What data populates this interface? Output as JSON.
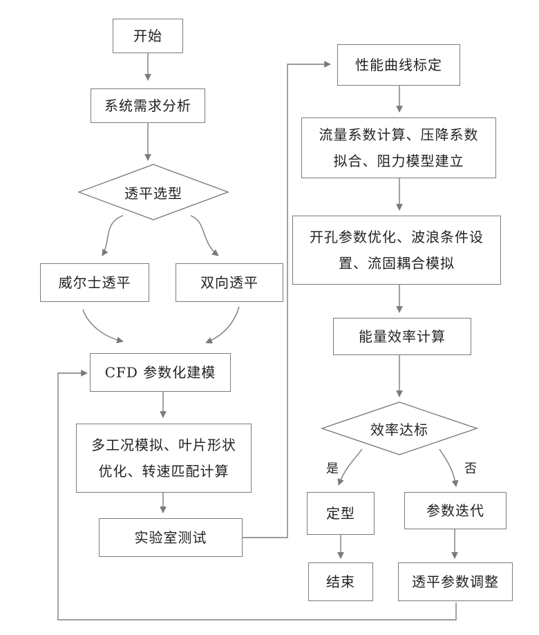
{
  "nodes": {
    "start": "开始",
    "requirements": "系统需求分析",
    "selection": "透平选型",
    "wells": "威尔士透平",
    "bidirectional": "双向透平",
    "cfd": "CFD 参数化建模",
    "multi_sim_line1": "多工况模拟、叶片形状",
    "multi_sim_line2": "优化、转速匹配计算",
    "lab_test": "实验室测试",
    "calibration": "性能曲线标定",
    "flow_line1": "流量系数计算、压降系数",
    "flow_line2": "拟合、阻力模型建立",
    "orifice_line1": "开孔参数优化、波浪条件设",
    "orifice_line2": "置、流固耦合模拟",
    "energy": "能量效率计算",
    "efficiency": "效率达标",
    "finalize": "定型",
    "iterate": "参数迭代",
    "end": "结束",
    "adjust": "透平参数调整"
  },
  "edge_labels": {
    "yes": "是",
    "no": "否"
  },
  "colors": {
    "line": "#7a7a7a",
    "text": "#222222"
  }
}
